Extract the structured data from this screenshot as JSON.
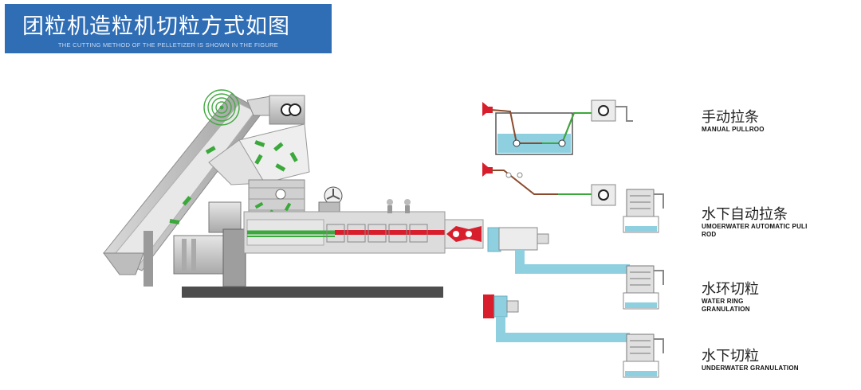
{
  "header": {
    "title": "团粒机造粒机切粒方式如图",
    "subtitle": "THE CUTTING METHOD OF THE PELLETIZER IS SHOWN IN THE FIGURE"
  },
  "methods": [
    {
      "cn": "手动拉条",
      "en_line1": "MANUAL PULLROO",
      "en_line2": ""
    },
    {
      "cn": "水下自动拉条",
      "en_line1": "UMOERWATER AUTOMATIC PULI",
      "en_line2": "ROD"
    },
    {
      "cn": "水环切粒",
      "en_line1": "WATER RING",
      "en_line2": "GRANULATION"
    },
    {
      "cn": "水下切粒",
      "en_line1": "UNDERWATER GRANULATION",
      "en_line2": ""
    }
  ],
  "colors": {
    "banner": "#2f6db5",
    "green": "#3aa83a",
    "red": "#d81e2c",
    "brown": "#8b4a2b",
    "water": "#8fd0e0",
    "water_light": "#c7ebf3",
    "machine": "#c8c8c8",
    "base": "#505050"
  }
}
